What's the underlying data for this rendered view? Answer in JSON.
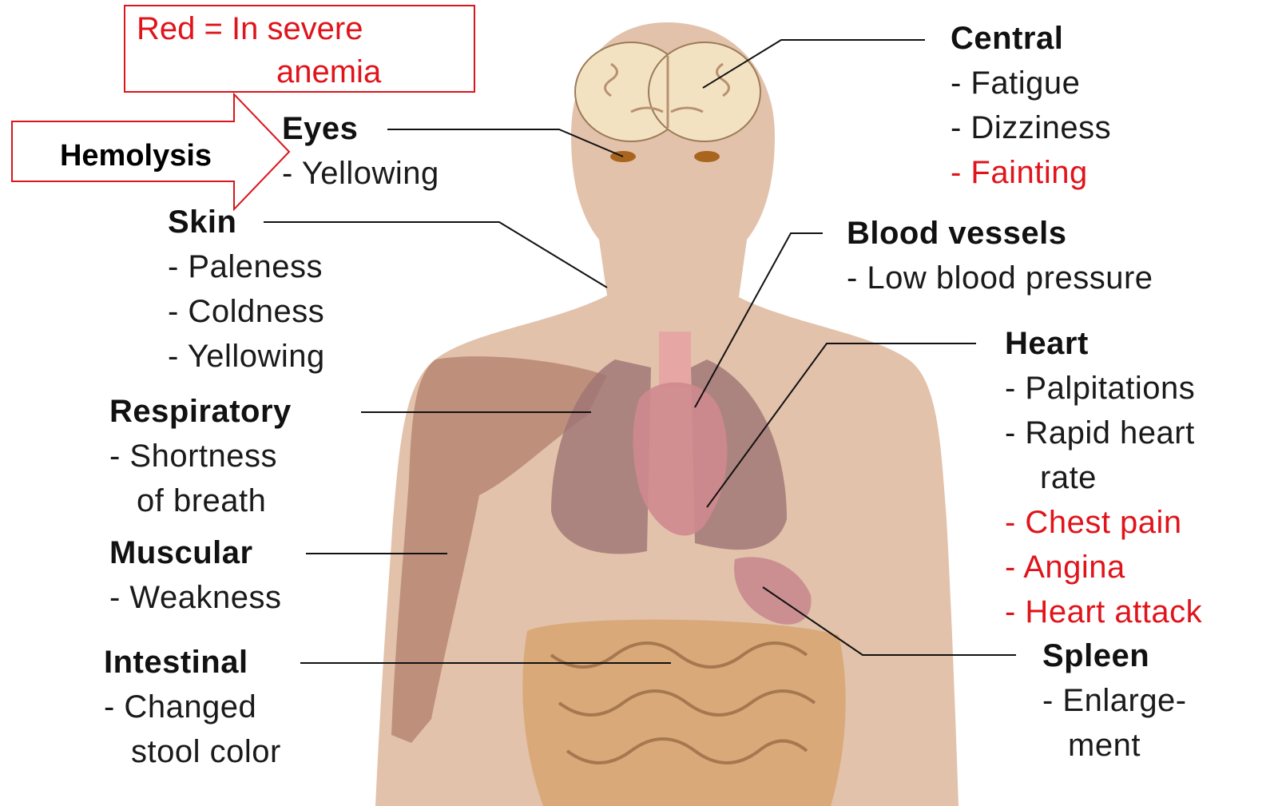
{
  "legend": {
    "line1": "Red = In severe",
    "line2": "anemia"
  },
  "arrow": {
    "label": "Hemolysis"
  },
  "groups": [
    {
      "id": "central",
      "heading": "Central",
      "symptoms": [
        {
          "text": "- Fatigue",
          "severe": false
        },
        {
          "text": "- Dizziness",
          "severe": false
        },
        {
          "text": "- Fainting",
          "severe": true
        }
      ]
    },
    {
      "id": "eyes",
      "heading": "Eyes",
      "symptoms": [
        {
          "text": "- Yellowing",
          "severe": false
        }
      ]
    },
    {
      "id": "skin",
      "heading": "Skin",
      "symptoms": [
        {
          "text": "- Paleness",
          "severe": false
        },
        {
          "text": "- Coldness",
          "severe": false
        },
        {
          "text": "- Yellowing",
          "severe": false
        }
      ]
    },
    {
      "id": "blood-vessels",
      "heading": "Blood vessels",
      "symptoms": [
        {
          "text": "- Low blood pressure",
          "severe": false
        }
      ]
    },
    {
      "id": "heart",
      "heading": "Heart",
      "symptoms": [
        {
          "text": "- Palpitations",
          "severe": false
        },
        {
          "text": "- Rapid heart",
          "severe": false
        },
        {
          "text": "rate",
          "severe": false,
          "continuation": true
        },
        {
          "text": "- Chest pain",
          "severe": true
        },
        {
          "text": "- Angina",
          "severe": true
        },
        {
          "text": "- Heart attack",
          "severe": true
        }
      ]
    },
    {
      "id": "respiratory",
      "heading": "Respiratory",
      "symptoms": [
        {
          "text": "- Shortness",
          "severe": false
        },
        {
          "text": "of breath",
          "severe": false,
          "continuation": true
        }
      ]
    },
    {
      "id": "muscular",
      "heading": "Muscular",
      "symptoms": [
        {
          "text": "- Weakness",
          "severe": false
        }
      ]
    },
    {
      "id": "intestinal",
      "heading": "Intestinal",
      "symptoms": [
        {
          "text": "- Changed",
          "severe": false
        },
        {
          "text": "stool color",
          "severe": false,
          "continuation": true
        }
      ]
    },
    {
      "id": "spleen",
      "heading": "Spleen",
      "symptoms": [
        {
          "text": "- Enlarge-",
          "severe": false
        },
        {
          "text": "ment",
          "severe": false,
          "continuation": true
        }
      ]
    }
  ],
  "colors": {
    "severe": "#e0141b",
    "normal": "#1a1a1a",
    "skin": "#e3c1a8"
  }
}
